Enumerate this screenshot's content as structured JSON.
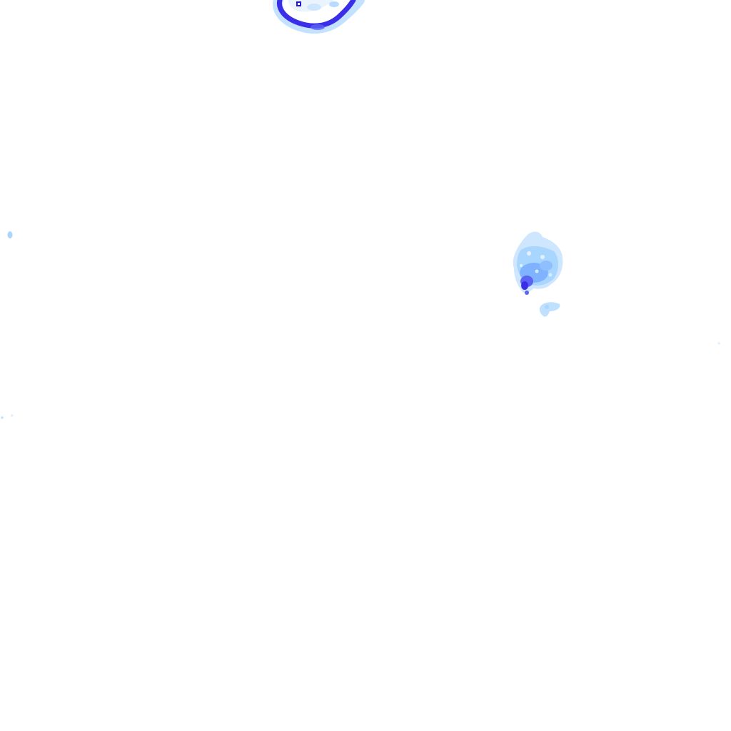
{
  "map": {
    "type": "precipitation-radar-tile",
    "background": "#ffffff",
    "palette": {
      "very_light": "#d4ecff",
      "light": "#a9d6ff",
      "moderate": "#7fb2ff",
      "heavy": "#5a63f2",
      "intense": "#3b2ee8",
      "core": "#2414d6"
    },
    "echoes": [
      {
        "name": "echo-cell-north",
        "intensity": "heavy",
        "shape": "ring-arc"
      },
      {
        "name": "echo-cell-east",
        "intensity": "moderate",
        "shape": "cluster"
      },
      {
        "name": "echo-fragment-east-small",
        "intensity": "light",
        "shape": "blob"
      },
      {
        "name": "echo-speck-west",
        "intensity": "light",
        "shape": "speck"
      },
      {
        "name": "echo-speck-southwest",
        "intensity": "very_light",
        "shape": "speck"
      },
      {
        "name": "echo-speck-far-east",
        "intensity": "very_light",
        "shape": "speck"
      }
    ]
  }
}
